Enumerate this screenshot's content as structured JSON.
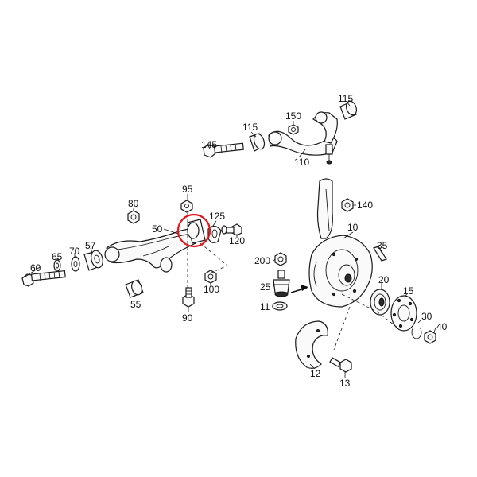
{
  "callouts": {
    "c115a": "115",
    "c150": "150",
    "c115b": "115",
    "c145": "145",
    "c110": "110",
    "c95": "95",
    "c80": "80",
    "c125": "125",
    "c50": "50",
    "c120": "120",
    "c60": "60",
    "c65": "65",
    "c70": "70",
    "c57": "57",
    "c55": "55",
    "c100": "100",
    "c90": "90",
    "c140": "140",
    "c10": "10",
    "c35": "35",
    "c200": "200",
    "c25": "25",
    "c11": "11",
    "c20": "20",
    "c15": "15",
    "c30": "30",
    "c40": "40",
    "c12": "12",
    "c13": "13"
  },
  "highlight": {
    "color": "#e0161b",
    "target": "50"
  }
}
